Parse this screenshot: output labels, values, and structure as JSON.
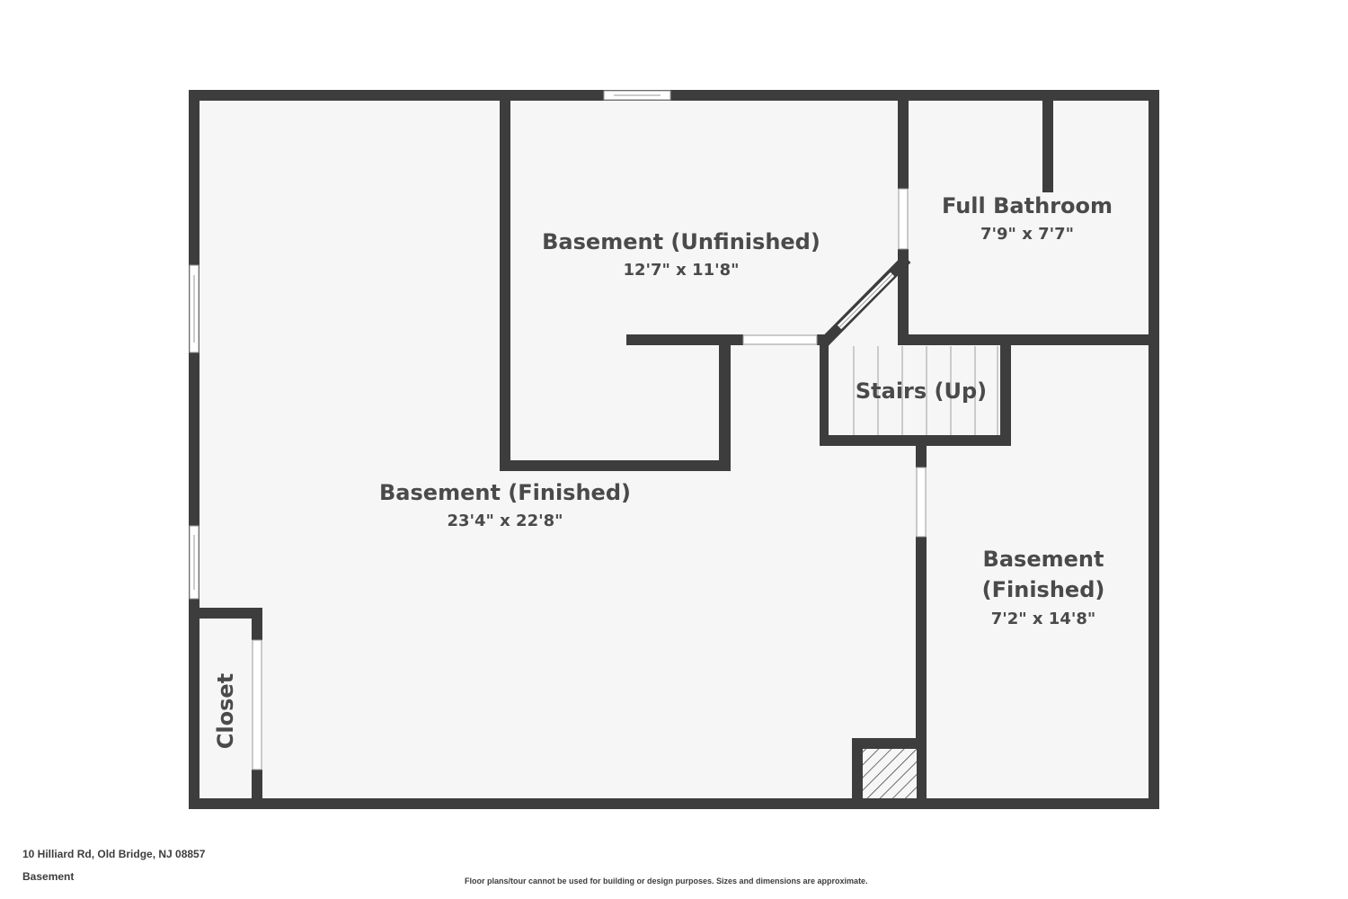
{
  "rooms": {
    "basement_finished_main": {
      "name": "Basement (Finished)",
      "dims": "23'4\" x 22'8\""
    },
    "basement_unfinished": {
      "name": "Basement (Unfinished)",
      "dims": "12'7\" x 11'8\""
    },
    "full_bathroom": {
      "name": "Full Bathroom",
      "dims": "7'9\" x 7'7\""
    },
    "stairs": {
      "name": "Stairs (Up)"
    },
    "basement_finished_side": {
      "name_line1": "Basement",
      "name_line2": "(Finished)",
      "dims": "7'2\" x 14'8\""
    },
    "closet": {
      "name": "Closet"
    }
  },
  "footer": {
    "address": "10 Hilliard Rd, Old Bridge, NJ 08857",
    "floor": "Basement",
    "disclaimer": "Floor plans/tour cannot be used for building or design purposes. Sizes and dimensions are approximate."
  },
  "colors": {
    "wall": "#3d3d3d",
    "floor": "#f6f6f6",
    "background": "#ffffff"
  }
}
